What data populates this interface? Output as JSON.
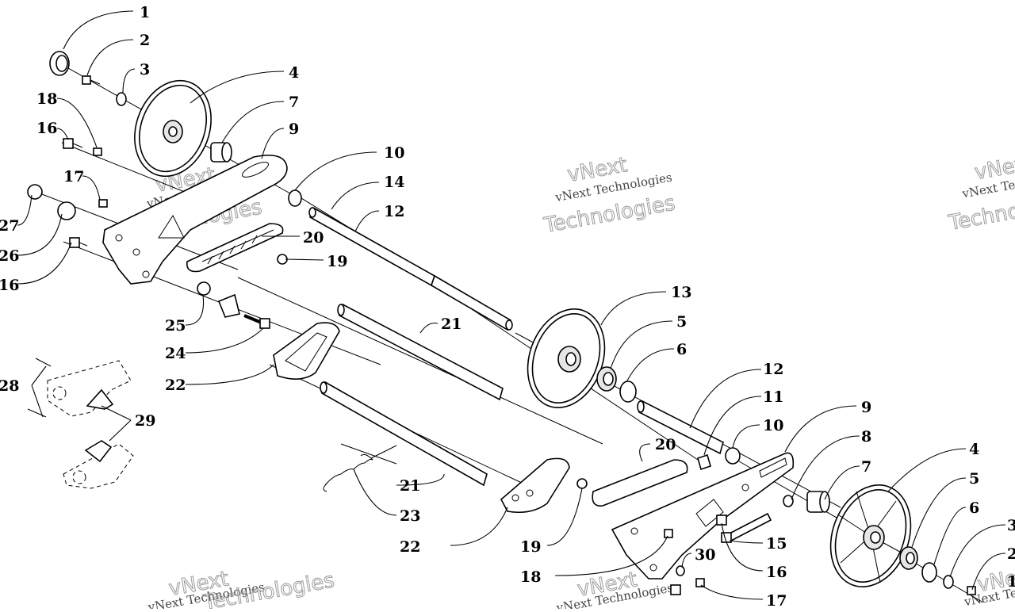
{
  "watermark": {
    "line1": "vNext Technologies",
    "line2a": "vNext",
    "line2b": "Technologies"
  },
  "callouts": [
    {
      "id": "c1",
      "text": "1"
    },
    {
      "id": "c2",
      "text": "2"
    },
    {
      "id": "c3",
      "text": "3"
    },
    {
      "id": "c4",
      "text": "4"
    },
    {
      "id": "c7",
      "text": "7"
    },
    {
      "id": "c9",
      "text": "9"
    },
    {
      "id": "c10",
      "text": "10"
    },
    {
      "id": "c14",
      "text": "14"
    },
    {
      "id": "c12",
      "text": "12"
    },
    {
      "id": "c18",
      "text": "18"
    },
    {
      "id": "c16",
      "text": "16"
    },
    {
      "id": "c17",
      "text": "17"
    },
    {
      "id": "c27",
      "text": "27"
    },
    {
      "id": "c26",
      "text": "26"
    },
    {
      "id": "c16b",
      "text": "16"
    },
    {
      "id": "c20",
      "text": "20"
    },
    {
      "id": "c19",
      "text": "19"
    },
    {
      "id": "c25",
      "text": "25"
    },
    {
      "id": "c24",
      "text": "24"
    },
    {
      "id": "c22",
      "text": "22"
    },
    {
      "id": "c21",
      "text": "21"
    },
    {
      "id": "c13",
      "text": "13"
    },
    {
      "id": "c5",
      "text": "5"
    },
    {
      "id": "c6",
      "text": "6"
    },
    {
      "id": "c28",
      "text": "28"
    },
    {
      "id": "c29",
      "text": "29"
    },
    {
      "id": "c12b",
      "text": "12"
    },
    {
      "id": "c11",
      "text": "11"
    },
    {
      "id": "c10b",
      "text": "10"
    },
    {
      "id": "c9b",
      "text": "9"
    },
    {
      "id": "c8",
      "text": "8"
    },
    {
      "id": "c20b",
      "text": "20"
    },
    {
      "id": "c7b",
      "text": "7"
    },
    {
      "id": "c4b",
      "text": "4"
    },
    {
      "id": "c21b",
      "text": "21"
    },
    {
      "id": "c23",
      "text": "23"
    },
    {
      "id": "c5b",
      "text": "5"
    },
    {
      "id": "c6b",
      "text": "6"
    },
    {
      "id": "c3b",
      "text": "3"
    },
    {
      "id": "c2b",
      "text": "2"
    },
    {
      "id": "c1b",
      "text": "1"
    },
    {
      "id": "c15",
      "text": "15"
    },
    {
      "id": "c16c",
      "text": "16"
    },
    {
      "id": "c17b",
      "text": "17"
    },
    {
      "id": "c30",
      "text": "30"
    },
    {
      "id": "c18b",
      "text": "18"
    },
    {
      "id": "c19b",
      "text": "19"
    },
    {
      "id": "c22b",
      "text": "22"
    }
  ]
}
